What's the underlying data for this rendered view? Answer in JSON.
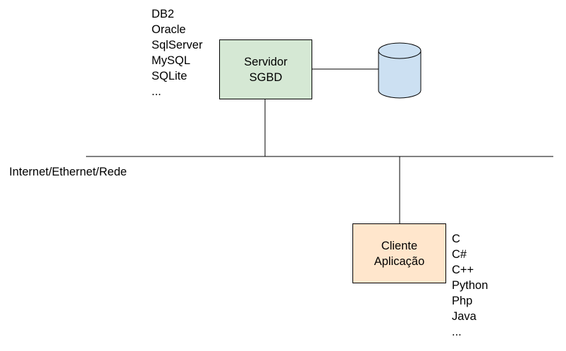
{
  "databases": {
    "items": [
      "DB2",
      "Oracle",
      "SqlServer",
      "MySQL",
      "SQLite",
      "..."
    ]
  },
  "server": {
    "line1": "Servidor",
    "line2": "SGBD"
  },
  "network": {
    "label": "Internet/Ethernet/Rede"
  },
  "client": {
    "line1": "Cliente",
    "line2": "Aplicação"
  },
  "languages": {
    "items": [
      "C",
      "C#",
      "C++",
      "Python",
      "Php",
      "Java",
      "..."
    ]
  },
  "colors": {
    "server_fill": "#d5e8d4",
    "client_fill": "#ffe6cc",
    "database_fill": "#cce0f2",
    "stroke": "#000000"
  }
}
